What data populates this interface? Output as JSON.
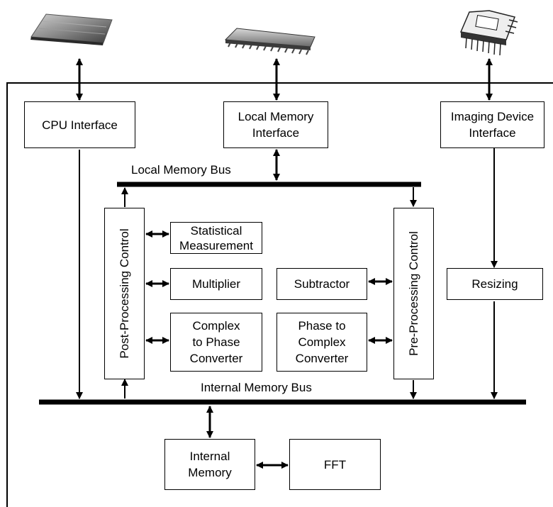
{
  "blocks": {
    "cpu_interface": "CPU Interface",
    "local_memory_interface": "Local Memory Interface",
    "imaging_device_interface": "Imaging Device Interface",
    "statistical_measurement": "Statistical Measurement",
    "multiplier": "Multiplier",
    "complex_to_phase": "Complex to Phase Converter",
    "subtractor": "Subtractor",
    "phase_to_complex": "Phase to Complex Converter",
    "resizing": "Resizing",
    "post_processing_control": "Post-Processing Control",
    "pre_processing_control": "Pre-Processing Control",
    "internal_memory": "Internal Memory",
    "fft": "FFT"
  },
  "buses": {
    "local_memory_bus": "Local Memory Bus",
    "internal_memory_bus": "Internal Memory Bus"
  },
  "icons": {
    "cpu_chip": "cpu-chip-icon",
    "memory_chip": "memory-chip-icon",
    "imaging_chip": "imaging-sensor-chip-icon"
  }
}
